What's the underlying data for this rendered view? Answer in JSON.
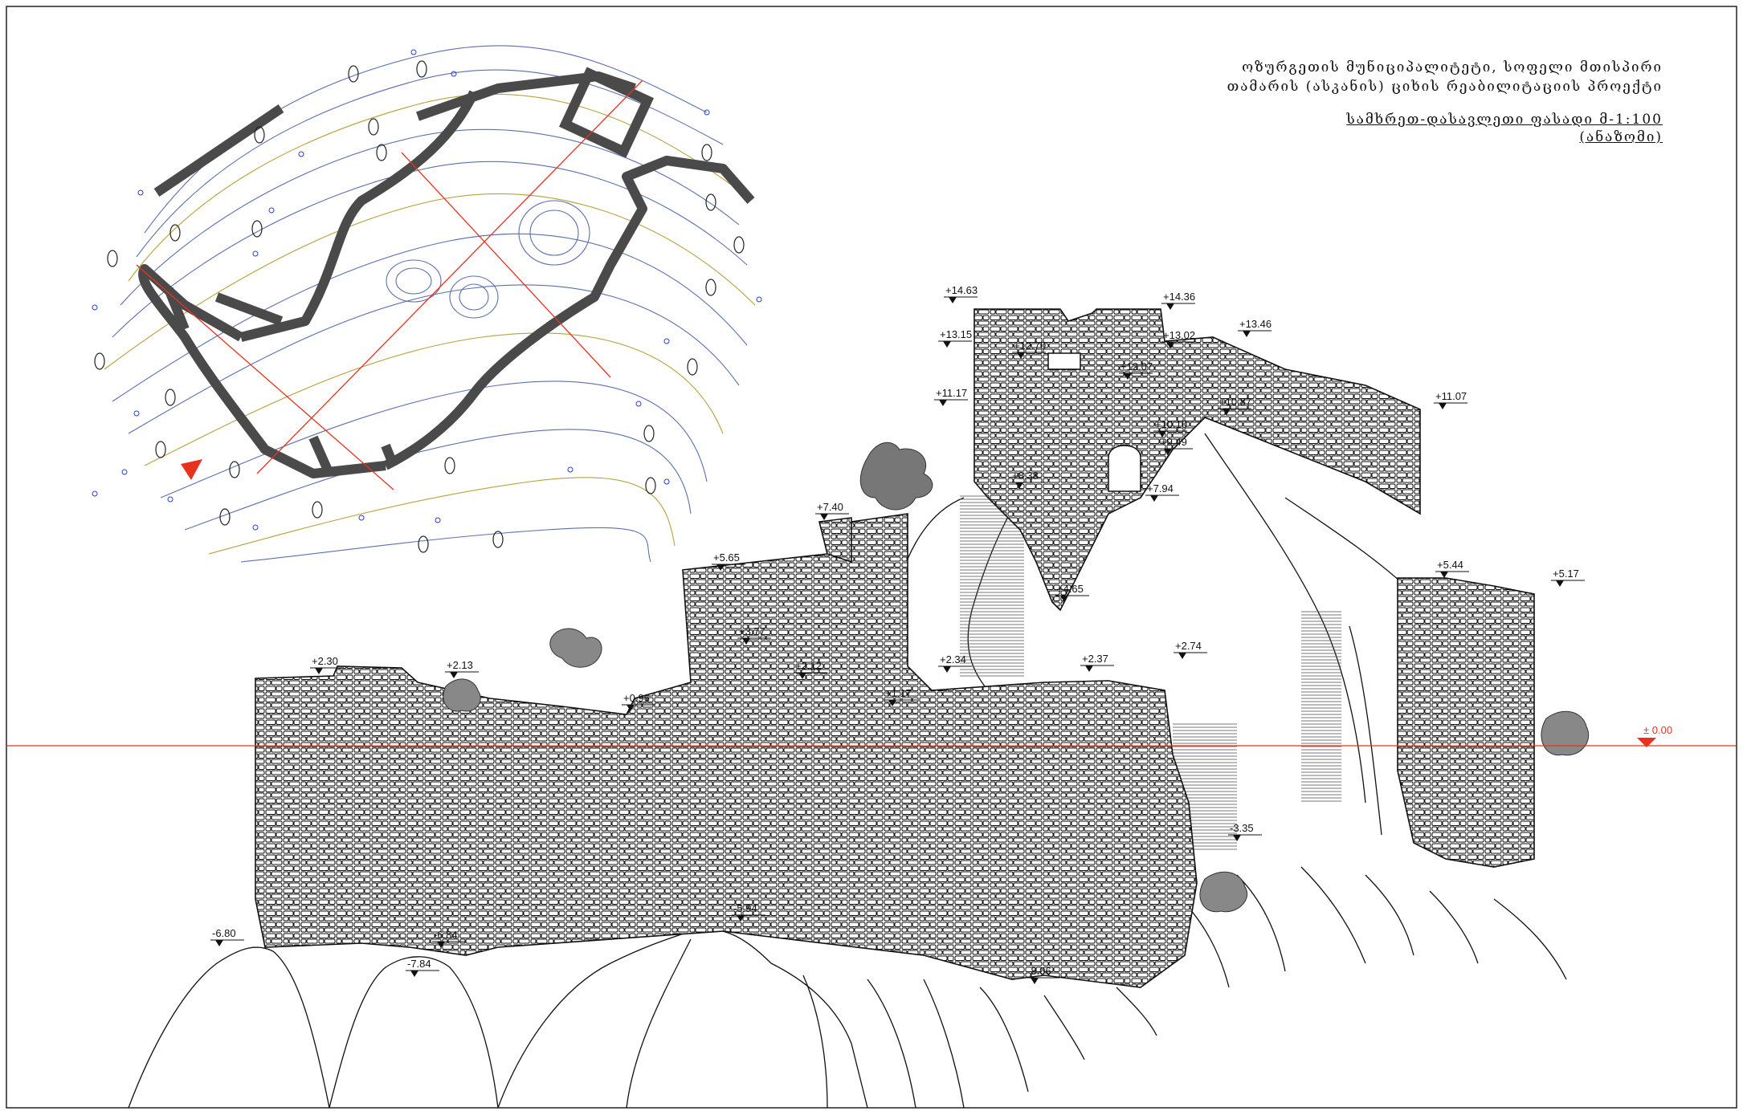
{
  "title": {
    "line1": "ოზურგეთის მუნიციპალიტეტი, სოფელი მთისპირი",
    "line2": "თამარის (ასკანის) ციხის რეაბილიტაციის პროექტი",
    "drawing": "სამხრეთ-დასავლეთი ფასადი   მ-1:100",
    "drawing_sub": "(ანაზომი)"
  },
  "colors": {
    "datum": "#e8321e",
    "contour_blue": "#5a6fb0",
    "contour_gold": "#b7a23a",
    "wall": "#4a4a4a",
    "site_arrow": "#e8321e"
  },
  "datum_label": "± 0.00",
  "levels": [
    {
      "label": "+14.63"
    },
    {
      "label": "+14.36"
    },
    {
      "label": "+13.46"
    },
    {
      "label": "+13.15"
    },
    {
      "label": "+13.02"
    },
    {
      "label": "+12.70"
    },
    {
      "label": "+12.07"
    },
    {
      "label": "+11.17"
    },
    {
      "label": "+11.07"
    },
    {
      "label": "+10.87"
    },
    {
      "label": "+10.10"
    },
    {
      "label": "+9.49"
    },
    {
      "label": "+8.38"
    },
    {
      "label": "+7.94"
    },
    {
      "label": "+7.40"
    },
    {
      "label": "+5.65"
    },
    {
      "label": "+5.44"
    },
    {
      "label": "+5.17"
    },
    {
      "label": "+4.65"
    },
    {
      "label": "+3.77"
    },
    {
      "label": "+2.74"
    },
    {
      "label": "+2.37"
    },
    {
      "label": "+2.34"
    },
    {
      "label": "+2.30"
    },
    {
      "label": "+2.13"
    },
    {
      "label": "+2.12"
    },
    {
      "label": "+1.17"
    },
    {
      "label": "+0.96"
    },
    {
      "label": "-3.35"
    },
    {
      "label": "-5.94"
    },
    {
      "label": "-6.80"
    },
    {
      "label": "-6.84"
    },
    {
      "label": "-7.84"
    },
    {
      "label": "-8.06"
    }
  ]
}
